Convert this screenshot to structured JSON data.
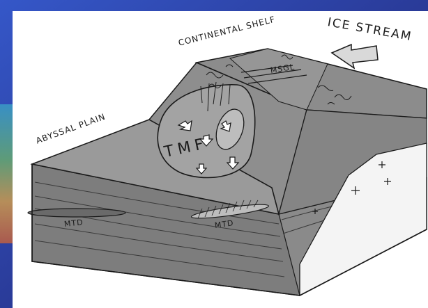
{
  "labels": {
    "continental_shelf": "CONTINENTAL SHELF",
    "ice_stream": "ICE STREAM",
    "msgl": "MSGL",
    "abyssal_plain": "ABYSSAL PLAIN",
    "tmf": "TMF",
    "mtd_left": "MTD",
    "mtd_middle": "MTD"
  },
  "colors": {
    "background": "#2c3f9e",
    "paper": "#ffffff",
    "block_top": "#8d8d8d",
    "block_front": "#7b7b7b",
    "fan": "#9a9a9a",
    "ink": "#1a1a1a"
  }
}
